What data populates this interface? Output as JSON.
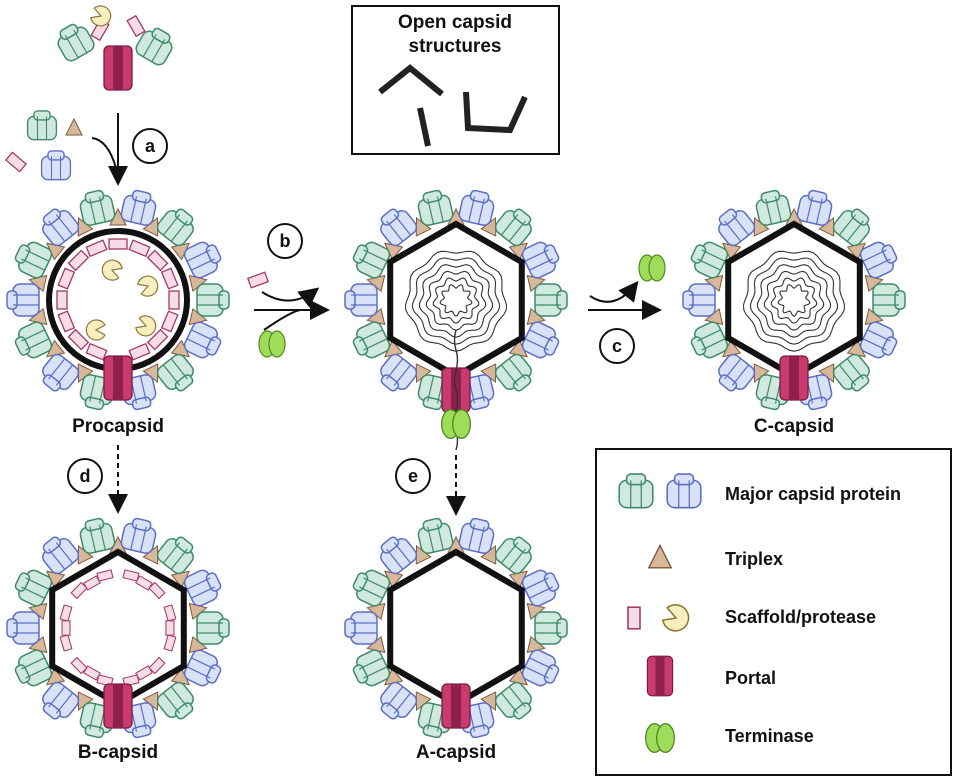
{
  "labels": {
    "open_capsid_line1": "Open capsid",
    "open_capsid_line2": "structures",
    "procapsid": "Procapsid",
    "c_capsid": "C-capsid",
    "b_capsid": "B-capsid",
    "a_capsid": "A-capsid"
  },
  "steps": {
    "a": "a",
    "b": "b",
    "c": "c",
    "d": "d",
    "e": "e"
  },
  "legend": {
    "major_capsid_protein": "Major capsid protein",
    "triplex": "Triplex",
    "scaffold_protease": "Scaffold/protease",
    "portal": "Portal",
    "terminase": "Terminase"
  },
  "colors": {
    "capsomer_green_fill": "#cfe9df",
    "capsomer_green_stroke": "#3f8a6a",
    "capsomer_blue_fill": "#d9e1f7",
    "capsomer_blue_stroke": "#5a6fc4",
    "triplex_fill": "#d9b89a",
    "scaffold_fill": "#f6dce6",
    "scaffold_stroke": "#a03a66",
    "protease_fill": "#f8eec0",
    "portal_fill": "#c93a6e",
    "terminase_fill": "#9fdc5a",
    "shell_stroke": "#111111"
  }
}
